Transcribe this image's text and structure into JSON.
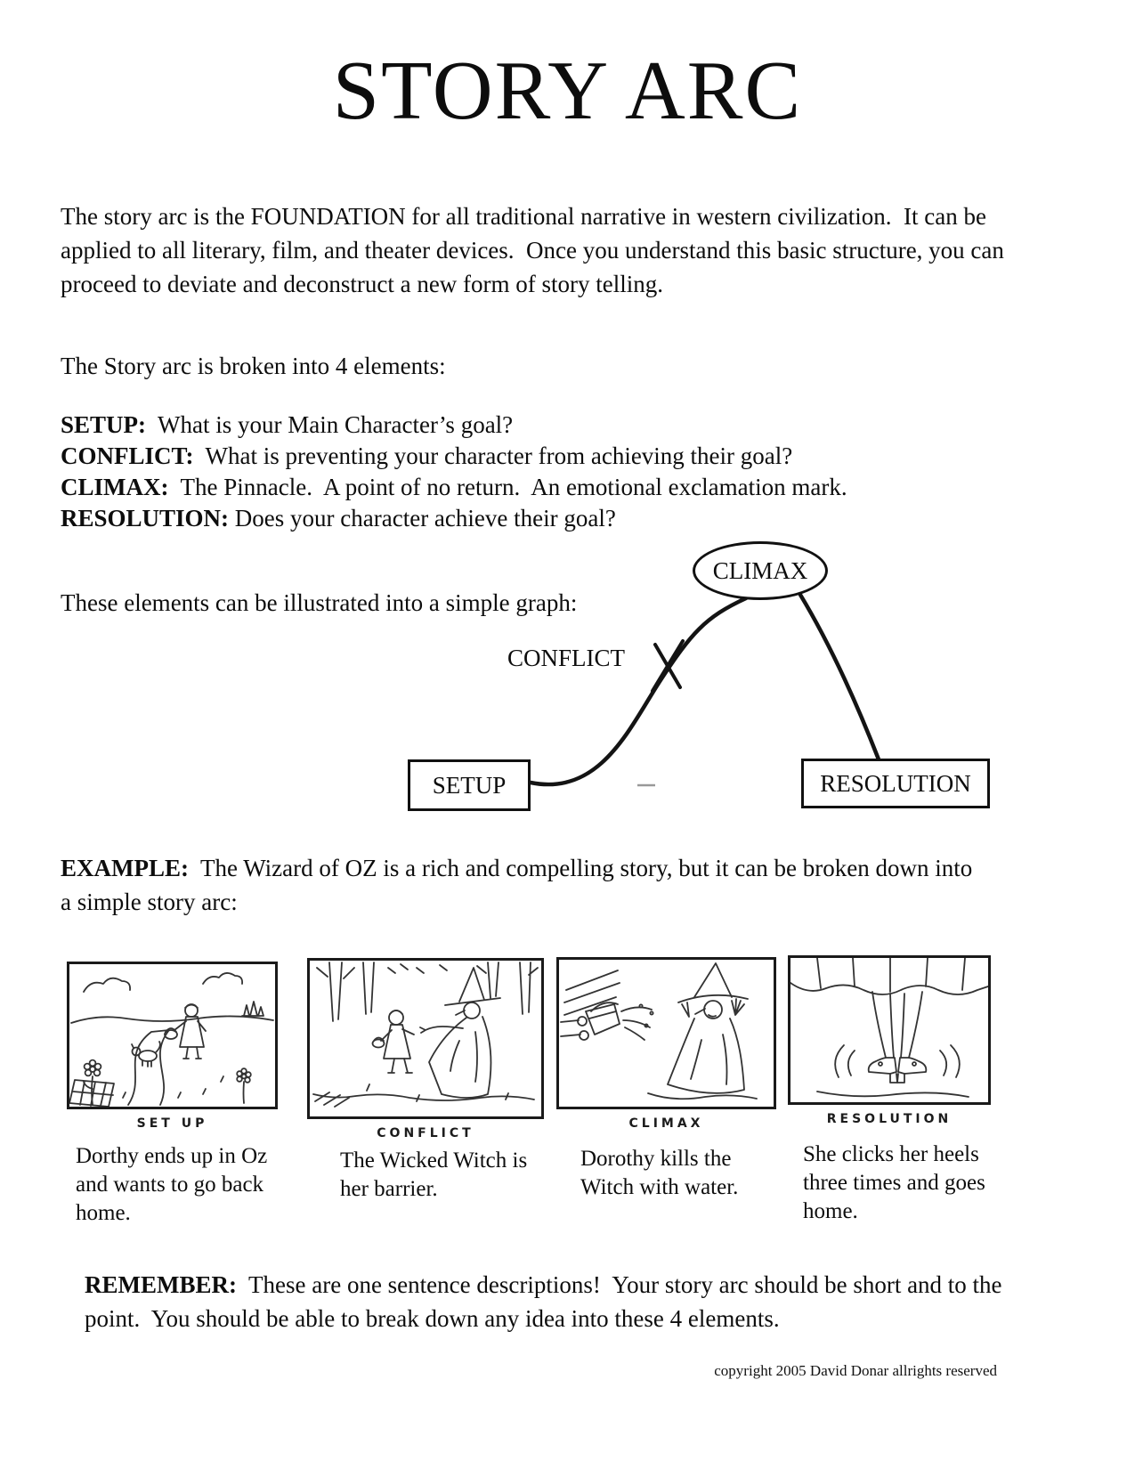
{
  "page": {
    "title": "STORY ARC",
    "intro": "The story arc is the FOUNDATION for all traditional narrative in western civilization.  It can be applied to all literary, film, and theater devices.  Once you understand this basic structure, you can proceed to deviate and deconstruct a new form of story telling.",
    "elements_heading": "The Story arc is broken into 4 elements:",
    "elements": [
      {
        "term": "SETUP:",
        "definition": "  What is your Main Character’s goal?"
      },
      {
        "term": "CONFLICT:",
        "definition": "  What is preventing your character from achieving their goal?"
      },
      {
        "term": "CLIMAX:",
        "definition": "  The Pinnacle.  A point of no return.  An emotional exclamation mark."
      },
      {
        "term": "RESOLUTION:",
        "definition": " Does your character achieve their goal?"
      }
    ],
    "graph_intro": "These elements can be illustrated into a simple graph:",
    "diagram": {
      "climax_label": "CLIMAX",
      "conflict_label": "CONFLICT",
      "setup_label": "SETUP",
      "resolution_label": "RESOLUTION"
    },
    "example": {
      "lead": "EXAMPLE:",
      "text": "  The Wizard of OZ is a rich and compelling story, but it can be broken down into a simple story arc:"
    },
    "panels": [
      {
        "label": "SET UP",
        "caption": "Dorthy ends up in Oz and wants to go back home."
      },
      {
        "label": "CONFLICT",
        "caption": "The Wicked Witch is her barrier."
      },
      {
        "label": "CLIMAX",
        "caption": "Dorothy kills the Witch with water."
      },
      {
        "label": "RESOLUTION",
        "caption": "She clicks her heels three times and goes home."
      }
    ],
    "remember": {
      "lead": "REMEMBER:",
      "text": "  These are one sentence descriptions!  Your story arc should be short and to the point.  You should be able to break down any idea into these 4 elements."
    },
    "copyright": "copyright 2005 David Donar allrights reserved"
  }
}
